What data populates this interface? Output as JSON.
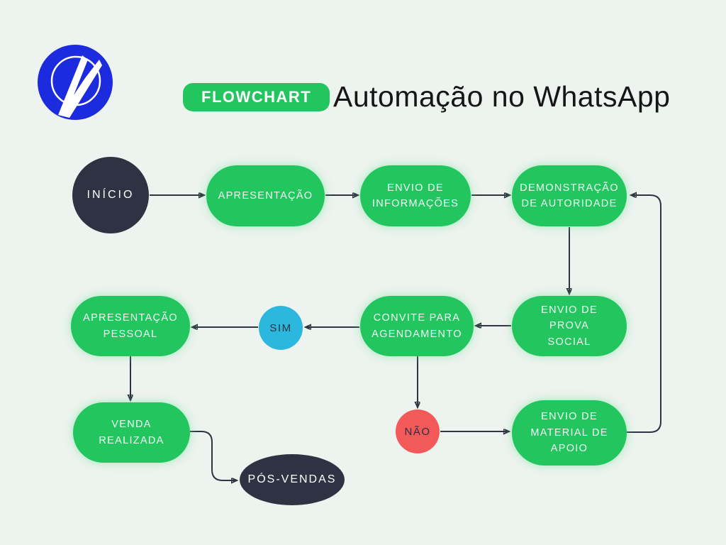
{
  "header": {
    "badge_label": "FLOWCHART",
    "title": "Automação no WhatsApp",
    "logo_icon": "bolt-monogram-icon"
  },
  "colors": {
    "background": "#edf3ee",
    "node_green": "#22c55e",
    "node_dark": "#2d3342",
    "node_cyan": "#2cb7de",
    "node_red": "#f4595a",
    "logo_blue": "#1c2bdd",
    "arrow": "#2f3540",
    "badge_green": "#22c55e"
  },
  "diagram": {
    "nodes": [
      {
        "id": "inicio",
        "label": "INÍCIO",
        "shape": "circle",
        "color": "#2d3342"
      },
      {
        "id": "apresentacao",
        "label": "APRESENTAÇÃO",
        "shape": "pill",
        "color": "#22c55e"
      },
      {
        "id": "envio-informacoes",
        "label": "ENVIO DE INFORMAÇÕES",
        "shape": "pill",
        "color": "#22c55e"
      },
      {
        "id": "demonstracao-autoridade",
        "label": "DEMONSTRAÇÃO DE AUTORIDADE",
        "shape": "pill",
        "color": "#22c55e"
      },
      {
        "id": "envio-prova-social",
        "label": "ENVIO DE PROVA SOCIAL",
        "shape": "pill",
        "color": "#22c55e"
      },
      {
        "id": "convite-agendamento",
        "label": "CONVITE PARA AGENDAMENTO",
        "shape": "pill",
        "color": "#22c55e"
      },
      {
        "id": "sim",
        "label": "SIM",
        "shape": "circle",
        "color": "#2cb7de"
      },
      {
        "id": "apresentacao-pessoal",
        "label": "APRESENTAÇÃO PESSOAL",
        "shape": "pill",
        "color": "#22c55e"
      },
      {
        "id": "nao",
        "label": "NÃO",
        "shape": "circle",
        "color": "#f4595a"
      },
      {
        "id": "envio-material-apoio",
        "label": "ENVIO DE MATERIAL DE APOIO",
        "shape": "pill",
        "color": "#22c55e"
      },
      {
        "id": "venda-realizada",
        "label": "VENDA REALIZADA",
        "shape": "pill",
        "color": "#22c55e"
      },
      {
        "id": "pos-vendas",
        "label": "PÓS-VENDAS",
        "shape": "ellipse",
        "color": "#2d3342"
      }
    ],
    "edges": [
      {
        "from": "inicio",
        "to": "apresentacao"
      },
      {
        "from": "apresentacao",
        "to": "envio-informacoes"
      },
      {
        "from": "envio-informacoes",
        "to": "demonstracao-autoridade"
      },
      {
        "from": "demonstracao-autoridade",
        "to": "envio-prova-social"
      },
      {
        "from": "envio-prova-social",
        "to": "convite-agendamento"
      },
      {
        "from": "convite-agendamento",
        "to": "sim"
      },
      {
        "from": "sim",
        "to": "apresentacao-pessoal"
      },
      {
        "from": "apresentacao-pessoal",
        "to": "venda-realizada"
      },
      {
        "from": "venda-realizada",
        "to": "pos-vendas"
      },
      {
        "from": "convite-agendamento",
        "to": "nao"
      },
      {
        "from": "nao",
        "to": "envio-material-apoio"
      },
      {
        "from": "envio-material-apoio",
        "to": "demonstracao-autoridade"
      }
    ]
  }
}
